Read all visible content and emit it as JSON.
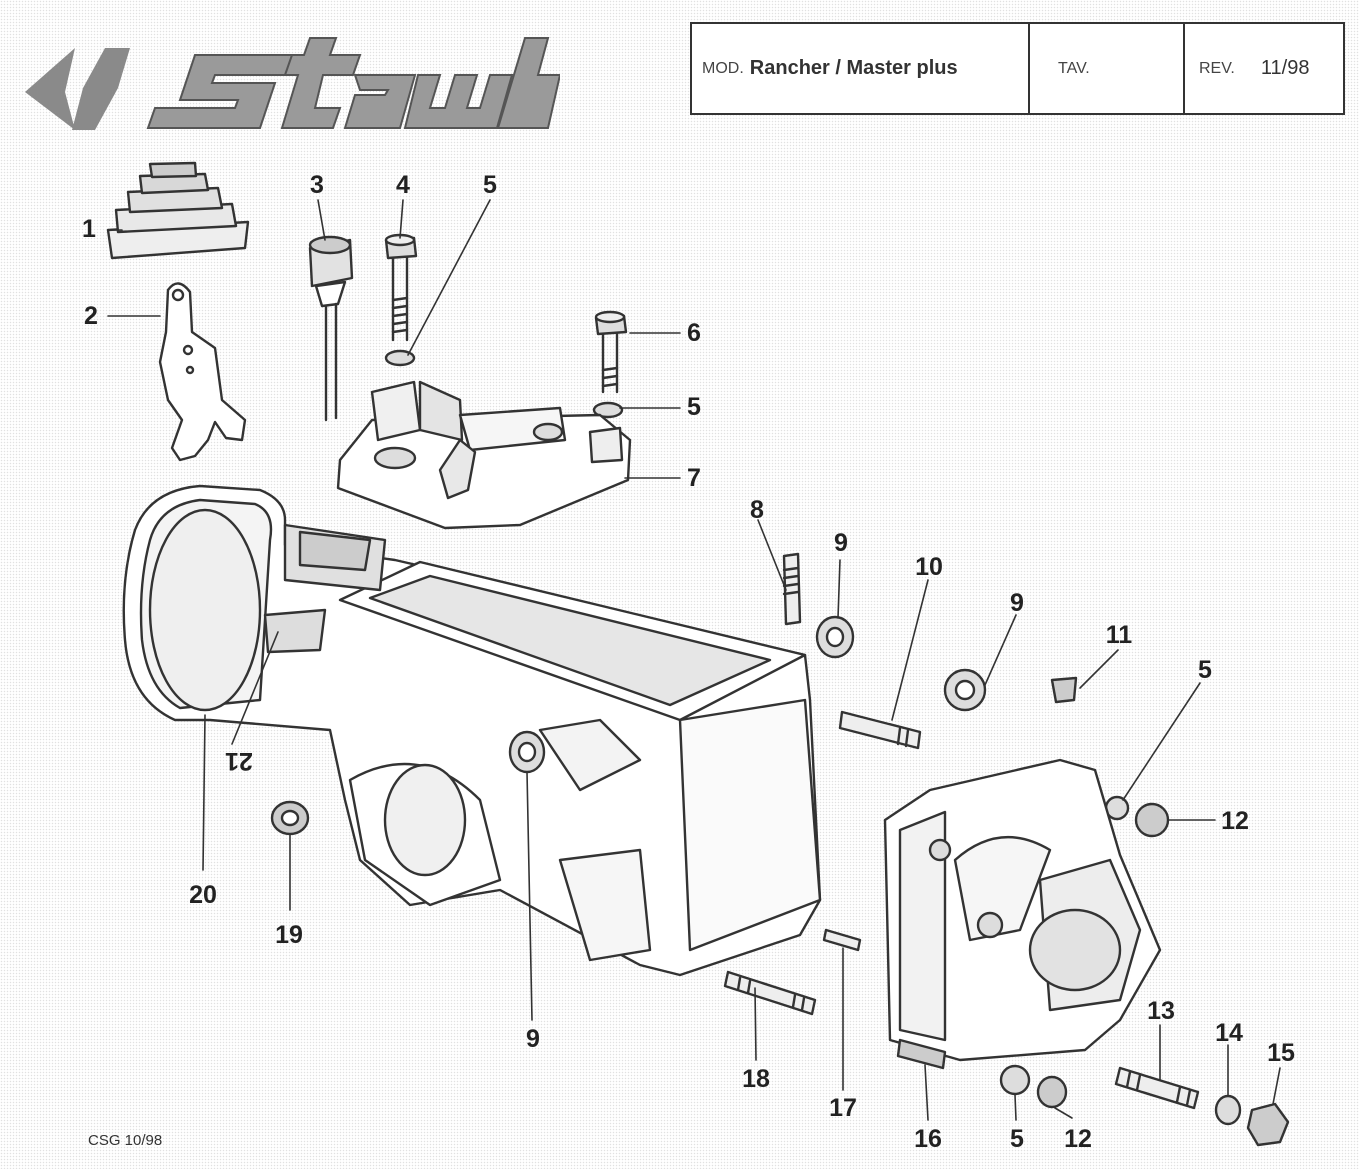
{
  "brand": {
    "logo_text": "staub"
  },
  "title_block": {
    "mod_label": "MOD.",
    "mod_value": "Rancher / Master plus",
    "tav_label": "TAV.",
    "rev_label": "REV.",
    "rev_value": "11/98"
  },
  "callouts": {
    "c1": "1",
    "c2": "2",
    "c3": "3",
    "c4": "4",
    "c5a": "5",
    "c6": "6",
    "c5b": "5",
    "c7": "7",
    "c8": "8",
    "c9a": "9",
    "c10": "10",
    "c9b": "9",
    "c11": "11",
    "c5c": "5",
    "c12a": "12",
    "c21": "21",
    "c20": "20",
    "c19": "19",
    "c9c": "9",
    "c18": "18",
    "c17": "17",
    "c16": "16",
    "c5d": "5",
    "c12b": "12",
    "c13": "13",
    "c14": "14",
    "c15": "15"
  },
  "footer": {
    "code": "CSG 10/98"
  }
}
